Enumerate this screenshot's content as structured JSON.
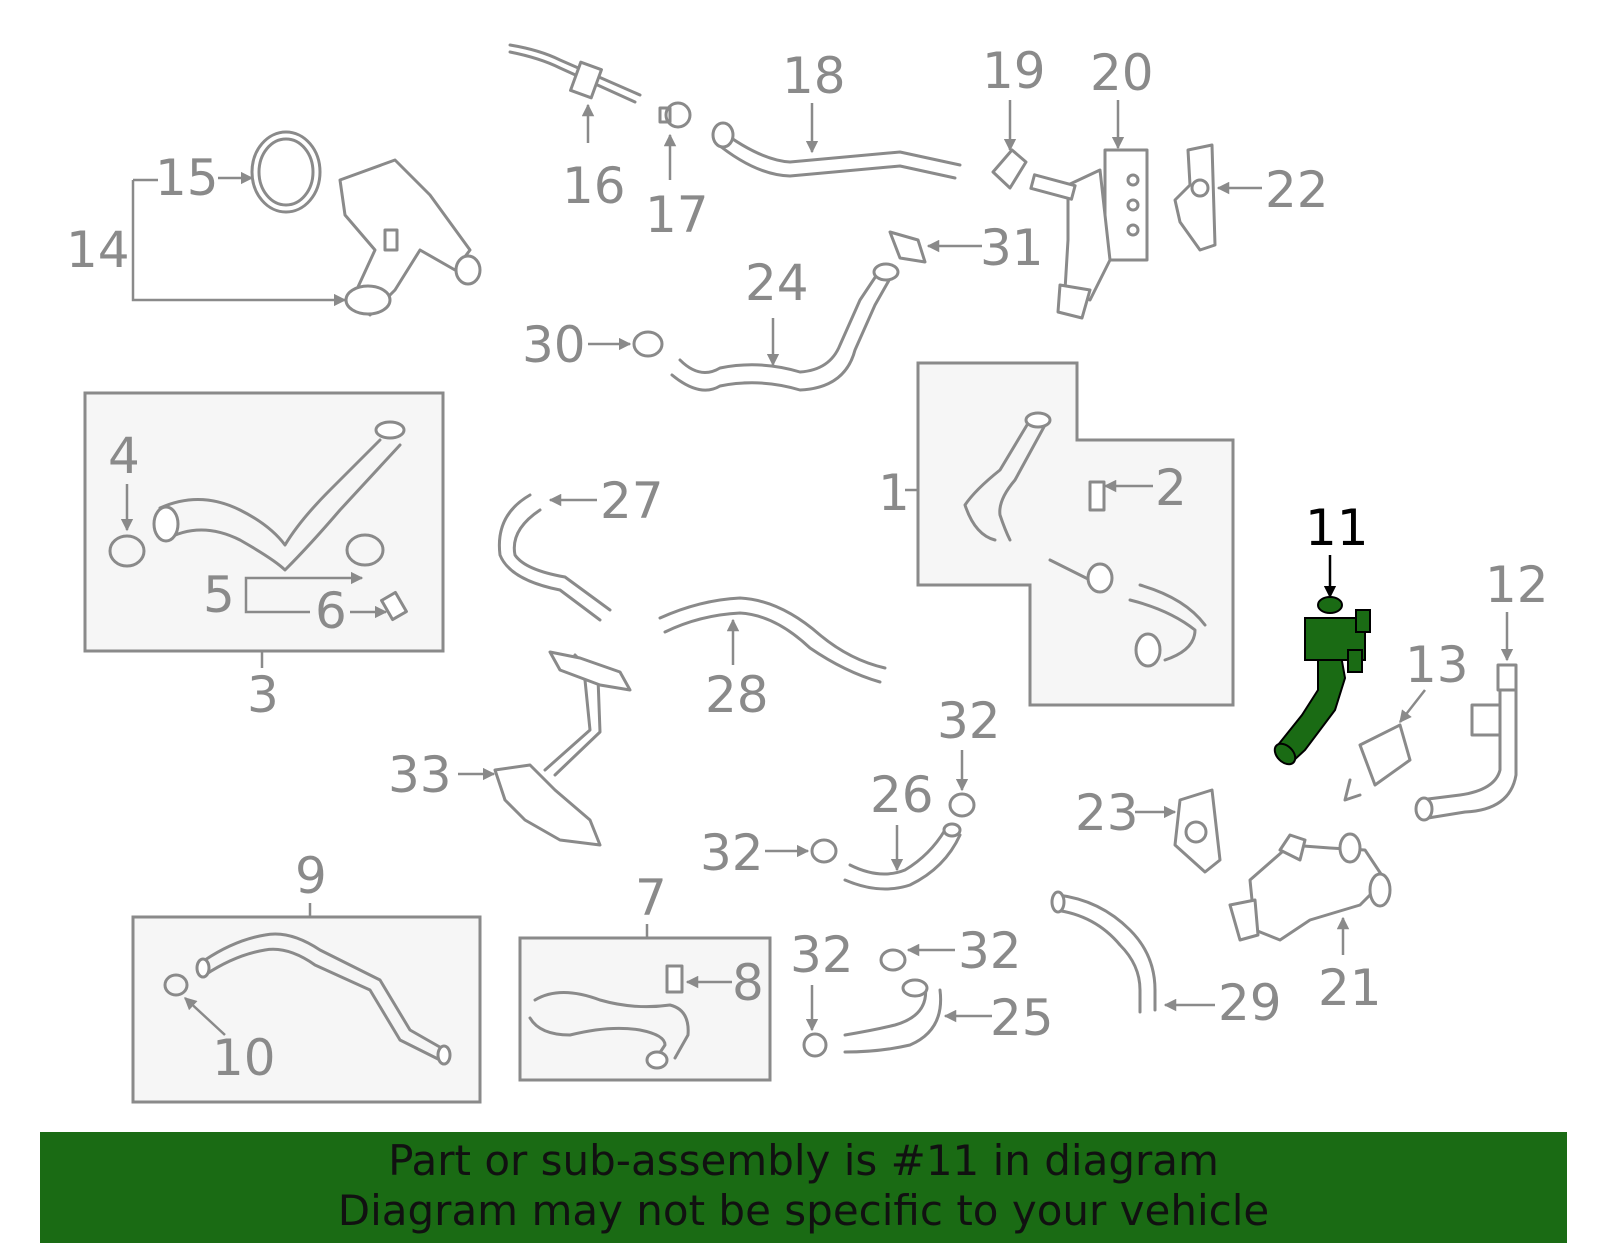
{
  "highlight_color": "#1a6b14",
  "callout_color": "#8a8a8a",
  "highlighted_callout": "11",
  "callouts": [
    {
      "id": "c1",
      "label": "1"
    },
    {
      "id": "c2",
      "label": "2"
    },
    {
      "id": "c3",
      "label": "3"
    },
    {
      "id": "c4",
      "label": "4"
    },
    {
      "id": "c5",
      "label": "5"
    },
    {
      "id": "c6",
      "label": "6"
    },
    {
      "id": "c7",
      "label": "7"
    },
    {
      "id": "c8",
      "label": "8"
    },
    {
      "id": "c9",
      "label": "9"
    },
    {
      "id": "c10",
      "label": "10"
    },
    {
      "id": "c11",
      "label": "11"
    },
    {
      "id": "c12",
      "label": "12"
    },
    {
      "id": "c13",
      "label": "13"
    },
    {
      "id": "c14",
      "label": "14"
    },
    {
      "id": "c15",
      "label": "15"
    },
    {
      "id": "c16",
      "label": "16"
    },
    {
      "id": "c17",
      "label": "17"
    },
    {
      "id": "c18",
      "label": "18"
    },
    {
      "id": "c19",
      "label": "19"
    },
    {
      "id": "c20",
      "label": "20"
    },
    {
      "id": "c21",
      "label": "21"
    },
    {
      "id": "c22",
      "label": "22"
    },
    {
      "id": "c23",
      "label": "23"
    },
    {
      "id": "c24",
      "label": "24"
    },
    {
      "id": "c25",
      "label": "25"
    },
    {
      "id": "c26",
      "label": "26"
    },
    {
      "id": "c27",
      "label": "27"
    },
    {
      "id": "c28",
      "label": "28"
    },
    {
      "id": "c29",
      "label": "29"
    },
    {
      "id": "c30",
      "label": "30"
    },
    {
      "id": "c31",
      "label": "31"
    },
    {
      "id": "c32a",
      "label": "32"
    },
    {
      "id": "c32b",
      "label": "32"
    },
    {
      "id": "c32c",
      "label": "32"
    },
    {
      "id": "c32d",
      "label": "32"
    },
    {
      "id": "c33",
      "label": "33"
    }
  ],
  "banner": {
    "line1": "Part or sub-assembly is #11 in diagram",
    "line2": "Diagram may not be specific to your vehicle"
  }
}
